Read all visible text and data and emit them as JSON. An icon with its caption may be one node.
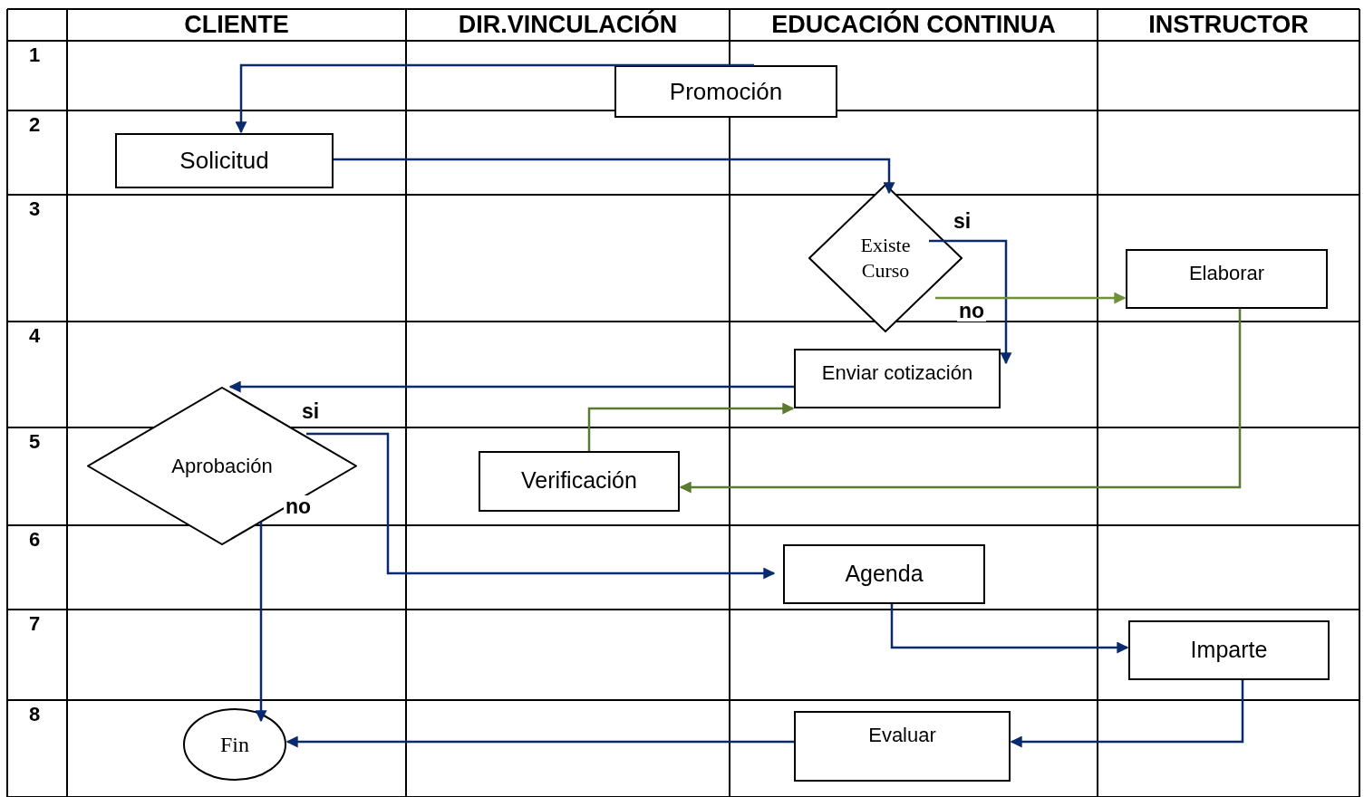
{
  "diagram": {
    "nodes": [
      {
        "text": [
          "Promoción"
        ]
      },
      {
        "text": [
          "Solicitud"
        ]
      },
      {
        "text": [
          "Existe Curso"
        ]
      },
      {
        "text": [
          "Elaborar"
        ]
      },
      {
        "text": [
          "Enviar cotización"
        ]
      },
      {
        "text": [
          "Aprobación"
        ]
      },
      {
        "text": [
          "Verificación"
        ]
      },
      {
        "text": [
          "Agenda"
        ]
      },
      {
        "text": [
          "Imparte"
        ]
      },
      {
        "text": [
          "Evaluar"
        ]
      },
      {
        "text": [
          "Fin"
        ]
      }
    ],
    "edges": [
      {
        "from": 0,
        "to": 1,
        "arrow": "to"
      },
      {
        "from": 1,
        "to": 2,
        "arrow": "to"
      },
      {
        "from": 2,
        "to": 4,
        "arrow": "to",
        "label": "si"
      },
      {
        "from": 2,
        "to": 3,
        "arrow": "to",
        "label": "no",
        "color": "#6f8f3a"
      },
      {
        "from": 4,
        "to": 5,
        "arrow": "to"
      },
      {
        "from": 6,
        "to": 4,
        "arrow": "to",
        "color": "#5a7a2e"
      },
      {
        "from": 3,
        "to": 6,
        "arrow": "to",
        "color": "#5a7a2e"
      },
      {
        "from": 5,
        "to": 7,
        "arrow": "to",
        "label": "si"
      },
      {
        "from": 5,
        "to": 10,
        "arrow": "to",
        "label": "no"
      },
      {
        "from": 7,
        "to": 8,
        "arrow": "to"
      },
      {
        "from": 8,
        "to": 9,
        "arrow": "to"
      },
      {
        "from": 9,
        "to": 10,
        "arrow": "to"
      }
    ],
    "labels": [
      "CLIENTE",
      "DIR.VINCULACIÓN",
      "EDUCACIÓN CONTINUA",
      "INSTRUCTOR",
      "1",
      "2",
      "3",
      "4",
      "5",
      "6",
      "7",
      "8"
    ]
  }
}
